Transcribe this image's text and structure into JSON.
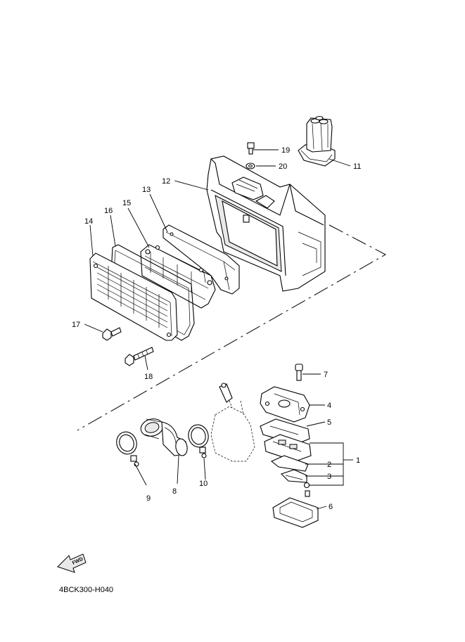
{
  "diagram_code": "4BCK300-H040",
  "fwd_label": "FWD",
  "callouts": [
    "1",
    "2",
    "3",
    "4",
    "5",
    "6",
    "7",
    "8",
    "9",
    "10",
    "11",
    "12",
    "13",
    "14",
    "15",
    "16",
    "17",
    "18",
    "19",
    "20"
  ]
}
